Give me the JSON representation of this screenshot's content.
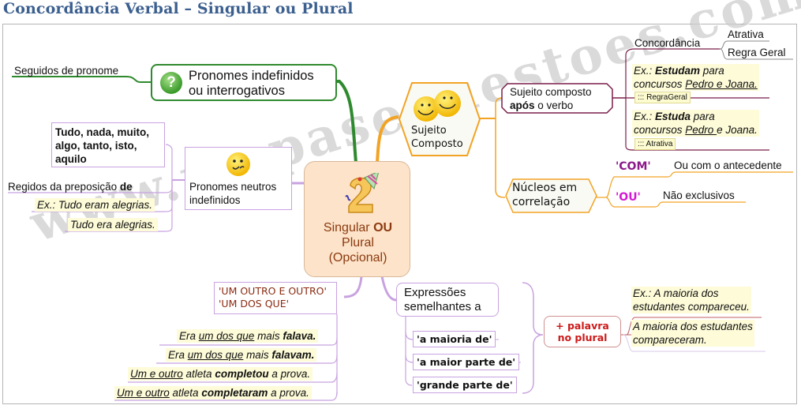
{
  "page": {
    "title": "Concordância Verbal – Singular ou Plural",
    "watermark": "www.mapasequestoes.com.br"
  },
  "center": {
    "line1_a": "Singular ",
    "line1_b": "OU",
    "line2": "Plural",
    "line3": "(Opcional)",
    "icon": "number-two-party-hat-icon"
  },
  "pronomes_indefinidos": {
    "label_line1": "Pronomes indefinidos",
    "label_line2": "ou interrogativos",
    "icon": "question-mark-icon",
    "child": "Seguidos de pronome"
  },
  "pronomes_neutros": {
    "label_line1": "Pronomes neutros",
    "label_line2": "indefinidos",
    "icon": "confused-smiley-icon",
    "list_line1": "Tudo, nada, muito,",
    "list_line2": "algo, tanto, isto,",
    "list_line3": "aquilo",
    "regidos_a": "Regidos da preposição ",
    "regidos_b": "de",
    "example1": "Ex.: Tudo eram alegrias.",
    "example2": "Tudo era alegrias."
  },
  "sujeito_composto": {
    "label_line1": "Sujeito",
    "label_line2": "Composto",
    "icon": "two-smileys-icon",
    "apos": {
      "line1": "Sujeito composto",
      "line2_a": "após",
      "line2_b": " o verbo",
      "concordancia": "Concordância",
      "atrativa": "Atrativa",
      "regra_geral": "Regra Geral",
      "ex1_a": "Ex.: ",
      "ex1_b": "Estudam",
      "ex1_c": " para",
      "ex1_d": "concursos ",
      "ex1_e": "Pedro e Joana.",
      "ex1_tag": "::: RegraGeral",
      "ex2_a": "Ex.: ",
      "ex2_b": "Estuda",
      "ex2_c": " para",
      "ex2_d": "concursos ",
      "ex2_e": "Pedro ",
      "ex2_f": "e Joana.",
      "ex2_tag": "::: Atrativa"
    },
    "nucleos": {
      "line1": "Núcleos em",
      "line2": "correlação",
      "com": "'COM'",
      "com_desc": "Ou com o antecedente",
      "ou": "'OU'",
      "ou_desc": "Não exclusivos"
    }
  },
  "um_outro": {
    "line1": "'UM OUTRO E OUTRO'",
    "line2": "'UM DOS QUE'",
    "examples": [
      {
        "a": "Era ",
        "u": "um dos que",
        "m": " mais ",
        "b": "falava."
      },
      {
        "a": "Era ",
        "u": "um dos que",
        "m": " mais ",
        "b": "falavam."
      },
      {
        "u": "Um e outro",
        "m": " atleta ",
        "b": "completou",
        "e": " a prova."
      },
      {
        "u": "Um e outro",
        "m": " atleta ",
        "b": "completaram",
        "e": " a prova."
      }
    ]
  },
  "expressoes": {
    "line1": "Expressões",
    "line2": "semelhantes a",
    "items": [
      "'a maioria de'",
      "'a maior parte de'",
      "'grande parte de'"
    ],
    "plural_line1": "+ palavra",
    "plural_line2": "no plural",
    "ex1_line1": "Ex.: A maioria dos",
    "ex1_line2": "estudantes compareceu.",
    "ex2_line1": "A maioria dos estudantes",
    "ex2_line2": "compareceram."
  },
  "colors": {
    "title": "#3b5f8f",
    "green_branch": "#2f8a2f",
    "orange_branch": "#f2a324",
    "purple_branch": "#c8a2e0",
    "maroon_branch": "#7a1f4a",
    "center_fill": "#fde3c9",
    "center_text": "#8a3a10",
    "red_text": "#cc1a1a",
    "com_color": "#8b1a8b",
    "ou_color": "#d21ad2"
  }
}
